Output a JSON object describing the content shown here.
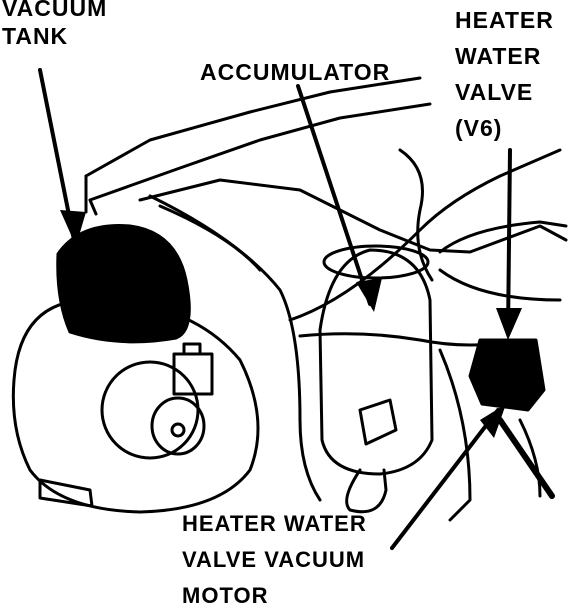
{
  "labels": {
    "vacuum_tank": [
      "VACUUM",
      "TANK"
    ],
    "accumulator": "ACCUMULATOR",
    "heater_water_valve": [
      "HEATER",
      "WATER",
      "VALVE",
      "(V6)"
    ],
    "heater_water_valve_vacuum_motor": [
      "HEATER WATER",
      "VALVE VACUUM",
      "MOTOR"
    ]
  },
  "colors": {
    "ink": "#000000",
    "paper": "#ffffff"
  }
}
